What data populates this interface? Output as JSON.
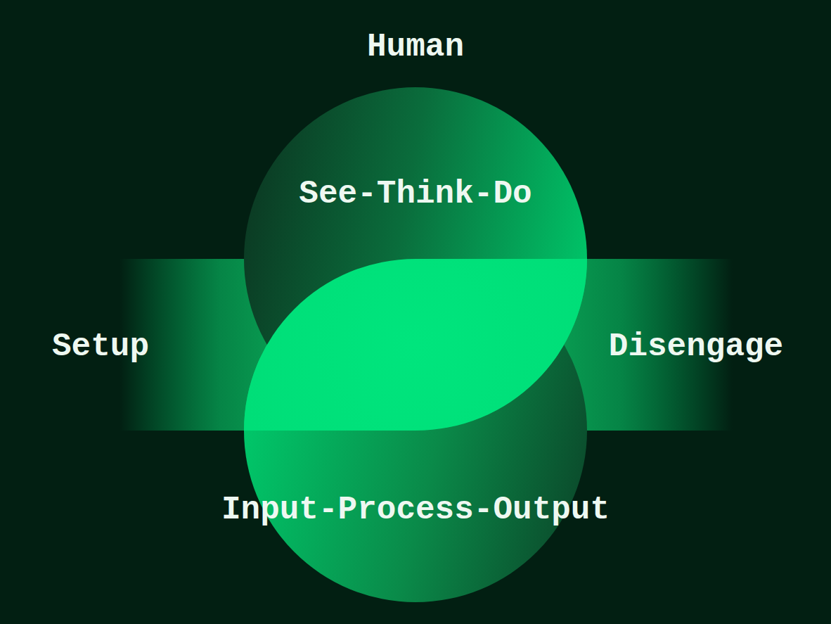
{
  "diagram": {
    "nodes": [
      {
        "text": [
          "See-Think-Do"
        ]
      },
      {
        "text": [
          "Input-Process-Output"
        ]
      }
    ],
    "labels": [
      "Human",
      "Setup",
      "Disengage"
    ]
  }
}
